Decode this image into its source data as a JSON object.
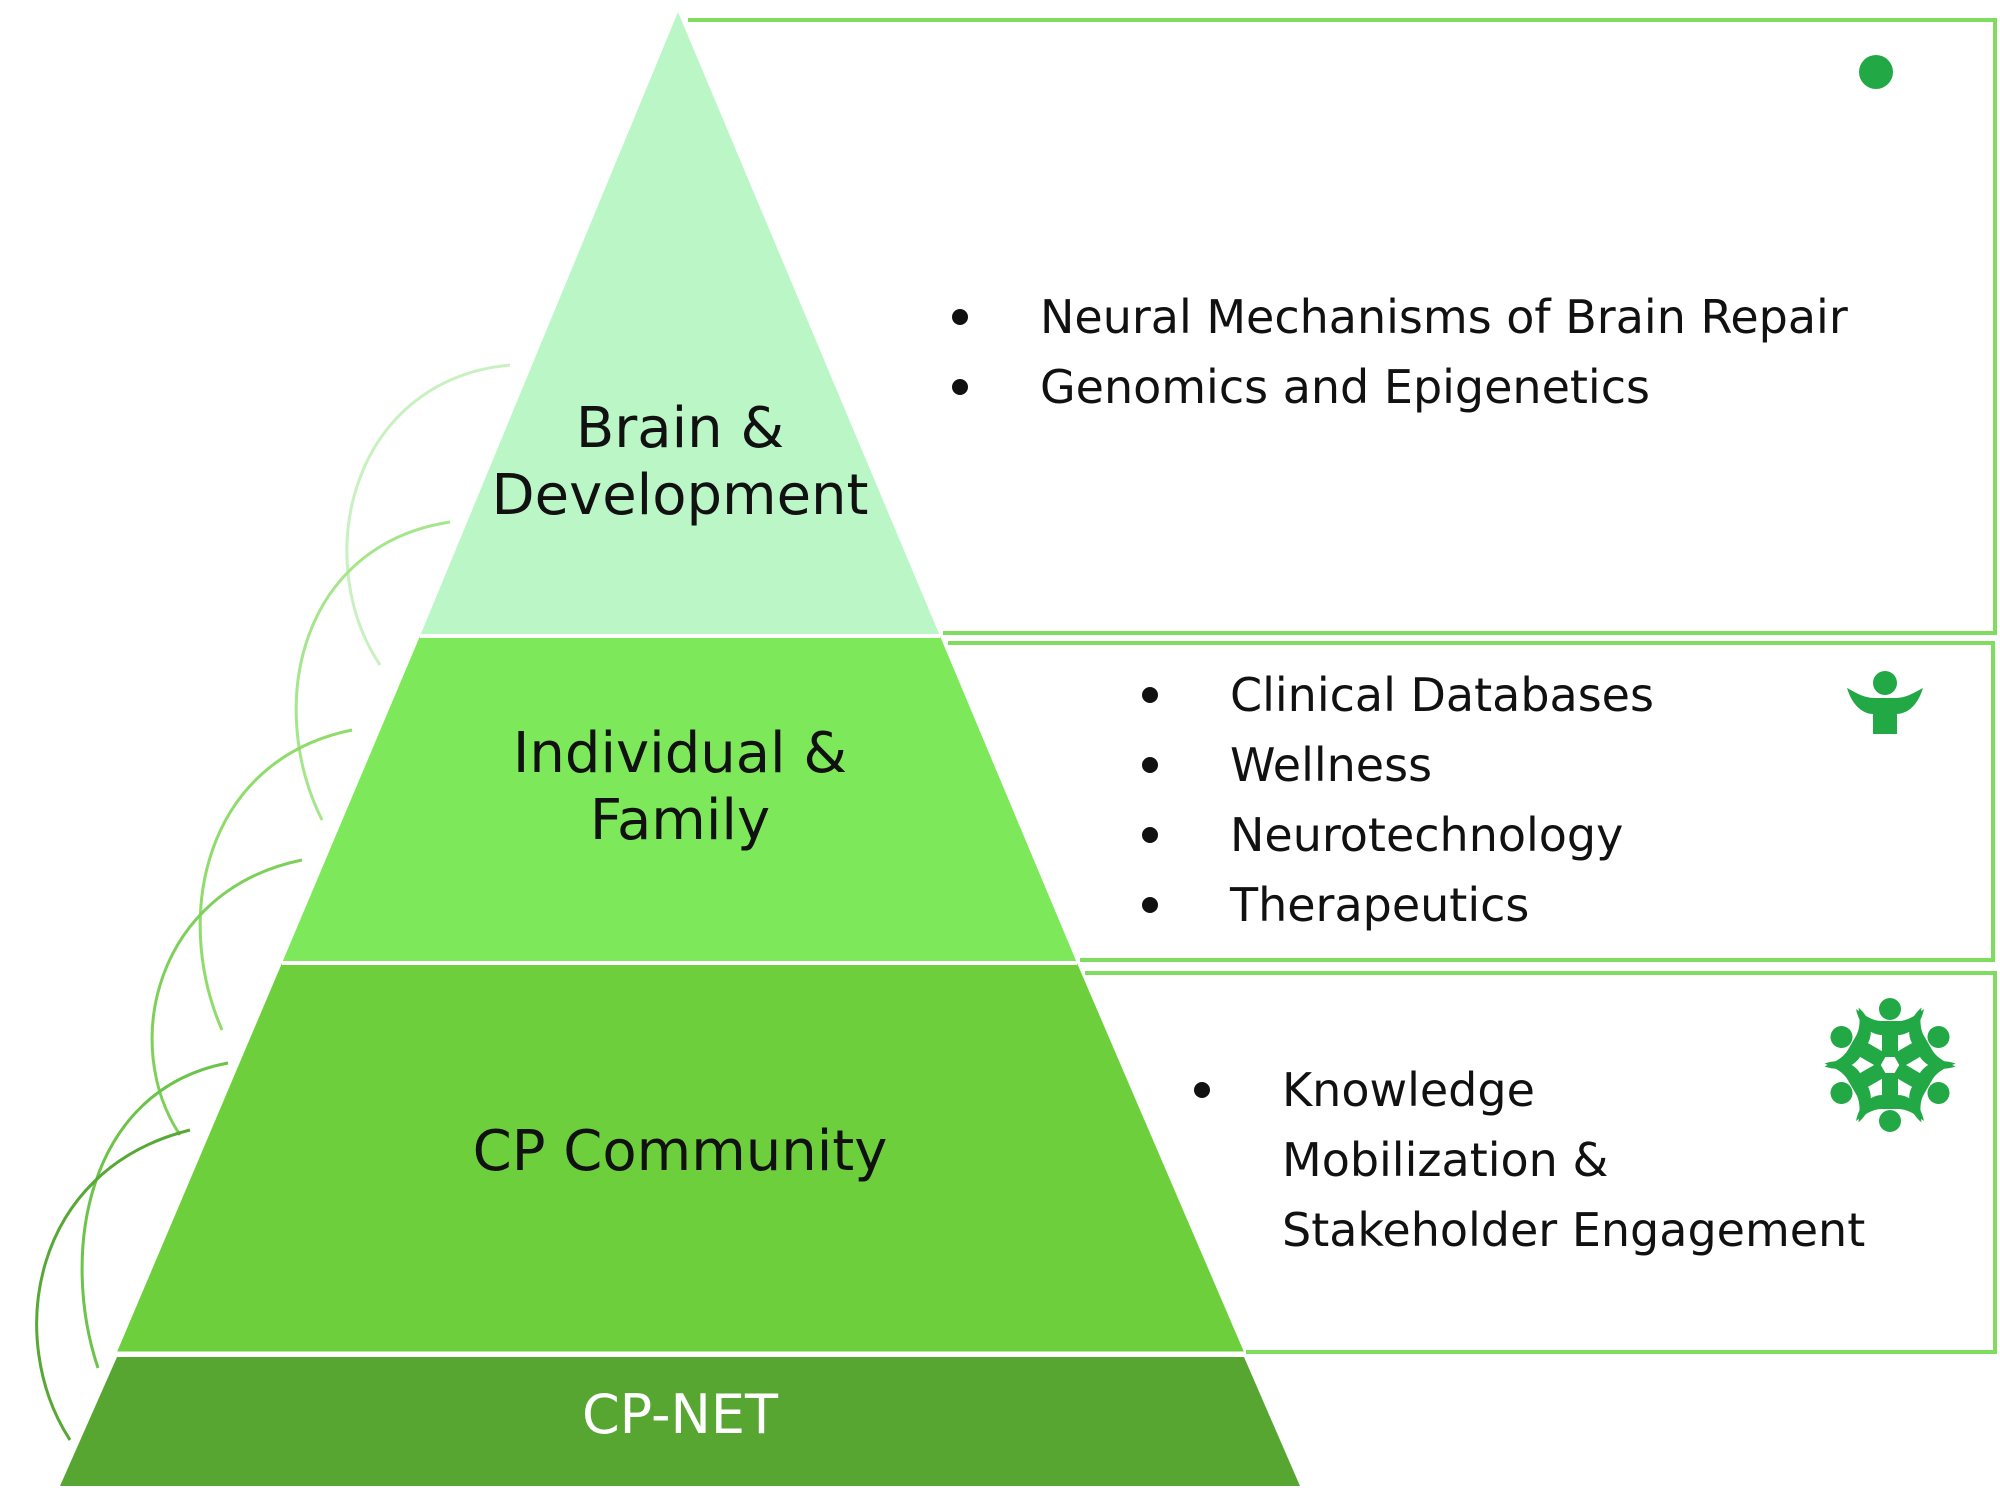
{
  "tiers": {
    "top": {
      "lines": [
        "Brain &",
        "Development"
      ]
    },
    "mid": {
      "lines": [
        "Individual &",
        "Family"
      ]
    },
    "bot": {
      "lines": [
        "CP Community"
      ]
    },
    "base": {
      "lines": [
        "CP-NET"
      ]
    }
  },
  "panels": {
    "top": {
      "items": [
        "Neural Mechanisms of Brain Repair",
        "Genomics and Epigenetics"
      ],
      "icon": "dot-icon"
    },
    "mid": {
      "items": [
        "Clinical Databases",
        "Wellness",
        "Neurotechnology",
        "Therapeutics"
      ],
      "icon": "person-icon"
    },
    "bot": {
      "item_lines": [
        "Knowledge",
        "Mobilization &",
        "Stakeholder Engagement"
      ],
      "icon": "community-circle-icon"
    }
  },
  "colors": {
    "top": "#bbf7c6",
    "mid": "#7de85a",
    "bot": "#6ccf3b",
    "base": "#57a632",
    "panel_border": "#7fdc5f",
    "icon": "#22a845"
  }
}
